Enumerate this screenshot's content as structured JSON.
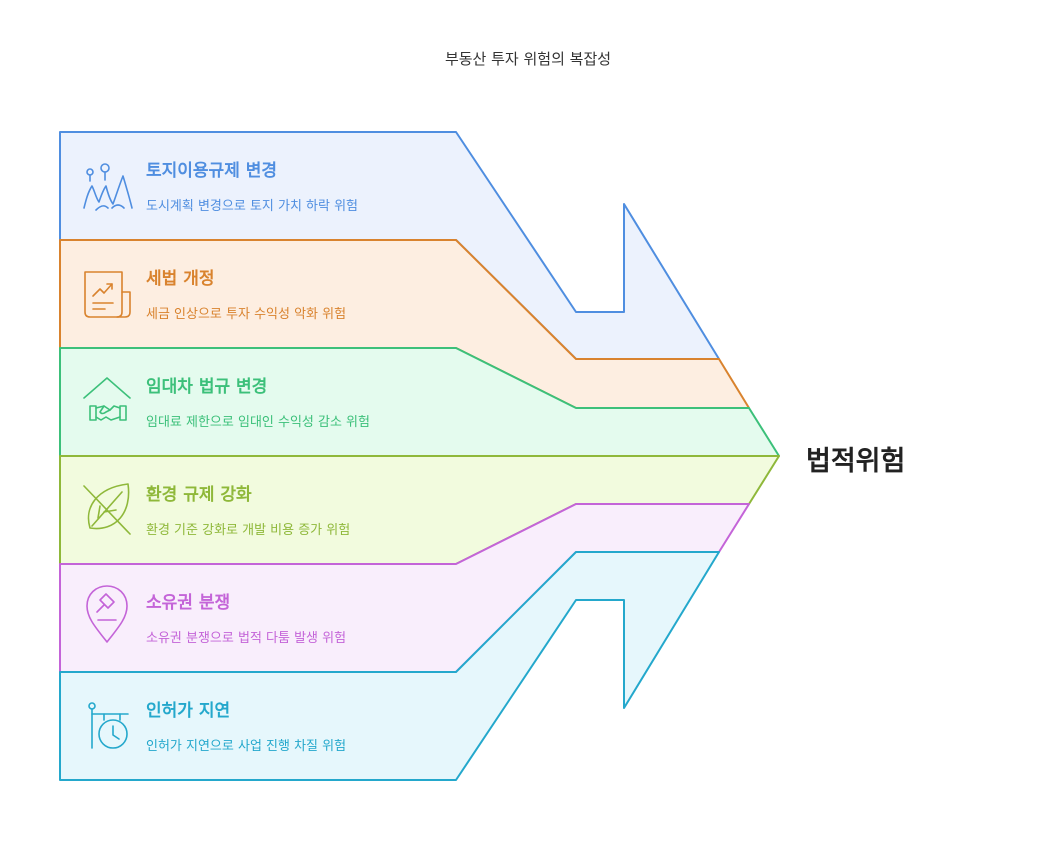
{
  "title": "부동산 투자 위험의 복잡성",
  "result": "법적위험",
  "items": [
    {
      "title": "토지이용규제 변경",
      "desc": "도시계획 변경으로 토지 가치 하락 위험",
      "icon": "map-terrain-icon",
      "color": "#4f8ee0",
      "fill": "#ecf2fd"
    },
    {
      "title": "세법 개정",
      "desc": "세금 인상으로 투자 수익성 악화 위험",
      "icon": "document-chart-icon",
      "color": "#d9832e",
      "fill": "#fdeee1"
    },
    {
      "title": "임대차 법규 변경",
      "desc": "임대료 제한으로 임대인 수익성 감소 위험",
      "icon": "house-handshake-icon",
      "color": "#3cc07a",
      "fill": "#e4fbee"
    },
    {
      "title": "환경 규제 강화",
      "desc": "환경 기준 강화로 개발 비용 증가 위험",
      "icon": "leaf-slash-icon",
      "color": "#8fb83a",
      "fill": "#f2fbde"
    },
    {
      "title": "소유권 분쟁",
      "desc": "소유권 분쟁으로 법적 다툼 발생 위험",
      "icon": "location-gavel-icon",
      "color": "#c464d8",
      "fill": "#f9eefc"
    },
    {
      "title": "인허가 지연",
      "desc": "인허가 지연으로 사업 진행 차질 위험",
      "icon": "sign-clock-icon",
      "color": "#24a8cc",
      "fill": "#e6f7fc"
    }
  ]
}
